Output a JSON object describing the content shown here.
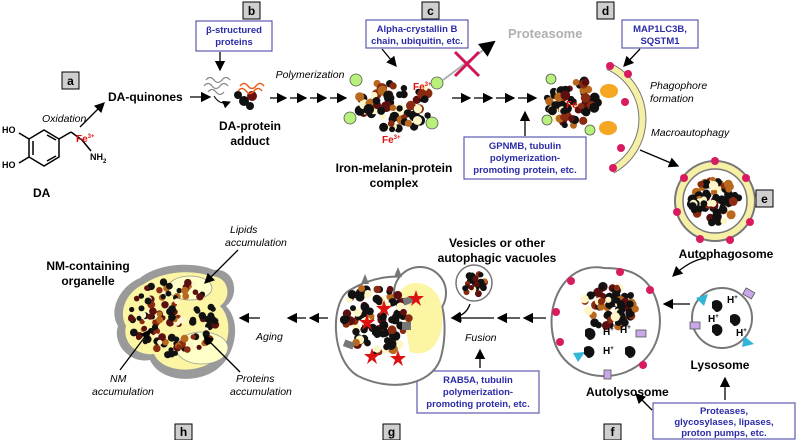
{
  "panels": [
    "a",
    "b",
    "c",
    "d",
    "e",
    "f",
    "g",
    "h"
  ],
  "labels": {
    "da": "DA",
    "da_quinones": "DA-quinones",
    "oxidation": "Oxidation",
    "da_protein_adduct_1": "DA-protein",
    "da_protein_adduct_2": "adduct",
    "polymerization": "Polymerization",
    "iron_melanin_1": "Iron-melanin-protein",
    "iron_melanin_2": "complex",
    "proteasome": "Proteasome",
    "phagophore_1": "Phagophore",
    "phagophore_2": "formation",
    "macroautophagy": "Macroautophagy",
    "autophagosome": "Autophagosome",
    "lysosome": "Lysosome",
    "autolysosome": "Autolysosome",
    "vesicles_1": "Vesicles or other",
    "vesicles_2": "autophagic vacuoles",
    "fusion": "Fusion",
    "aging": "Aging",
    "nm_organelle_1": "NM-containing",
    "nm_organelle_2": "organelle",
    "lipids_1": "Lipids",
    "lipids_2": "accumulation",
    "nm_acc_1": "NM",
    "nm_acc_2": "accumulation",
    "proteins_acc_1": "Proteins",
    "proteins_acc_2": "accumulation",
    "ho_1": "HO",
    "ho_2": "HO",
    "nh2": "NH",
    "nh2_sub": "2",
    "fe": "Fe",
    "fe_sup": "3+",
    "h": "H",
    "h_sup": "+"
  },
  "boxes": {
    "beta": [
      "β-structured",
      "proteins"
    ],
    "alpha": [
      "Alpha-crystallin B",
      "chain, ubiquitin, etc."
    ],
    "map1": [
      "MAP1LC3B,",
      "SQSTM1"
    ],
    "gpnmb": [
      "GPNMB, tubulin",
      "polymerization-",
      "promoting protein, etc."
    ],
    "rab5a": [
      "RAB5A, tubulin",
      "polymerization-",
      "promoting protein, etc."
    ],
    "proteases": [
      "Proteases,",
      "glycosylases, lipases,",
      "proton pumps, etc."
    ]
  },
  "colors": {
    "box_text": "#2b2ba8",
    "box_border": "#5a5ab0",
    "iron": "#dd1111",
    "membrane": "#f6f0a6",
    "red_dot": "#d81b60",
    "green": "#b7f07a",
    "orange": "#f5a623",
    "cyan": "#31b6d8",
    "purple": "#c8a8e8",
    "proteasome_gray": "#b0b0b0"
  }
}
